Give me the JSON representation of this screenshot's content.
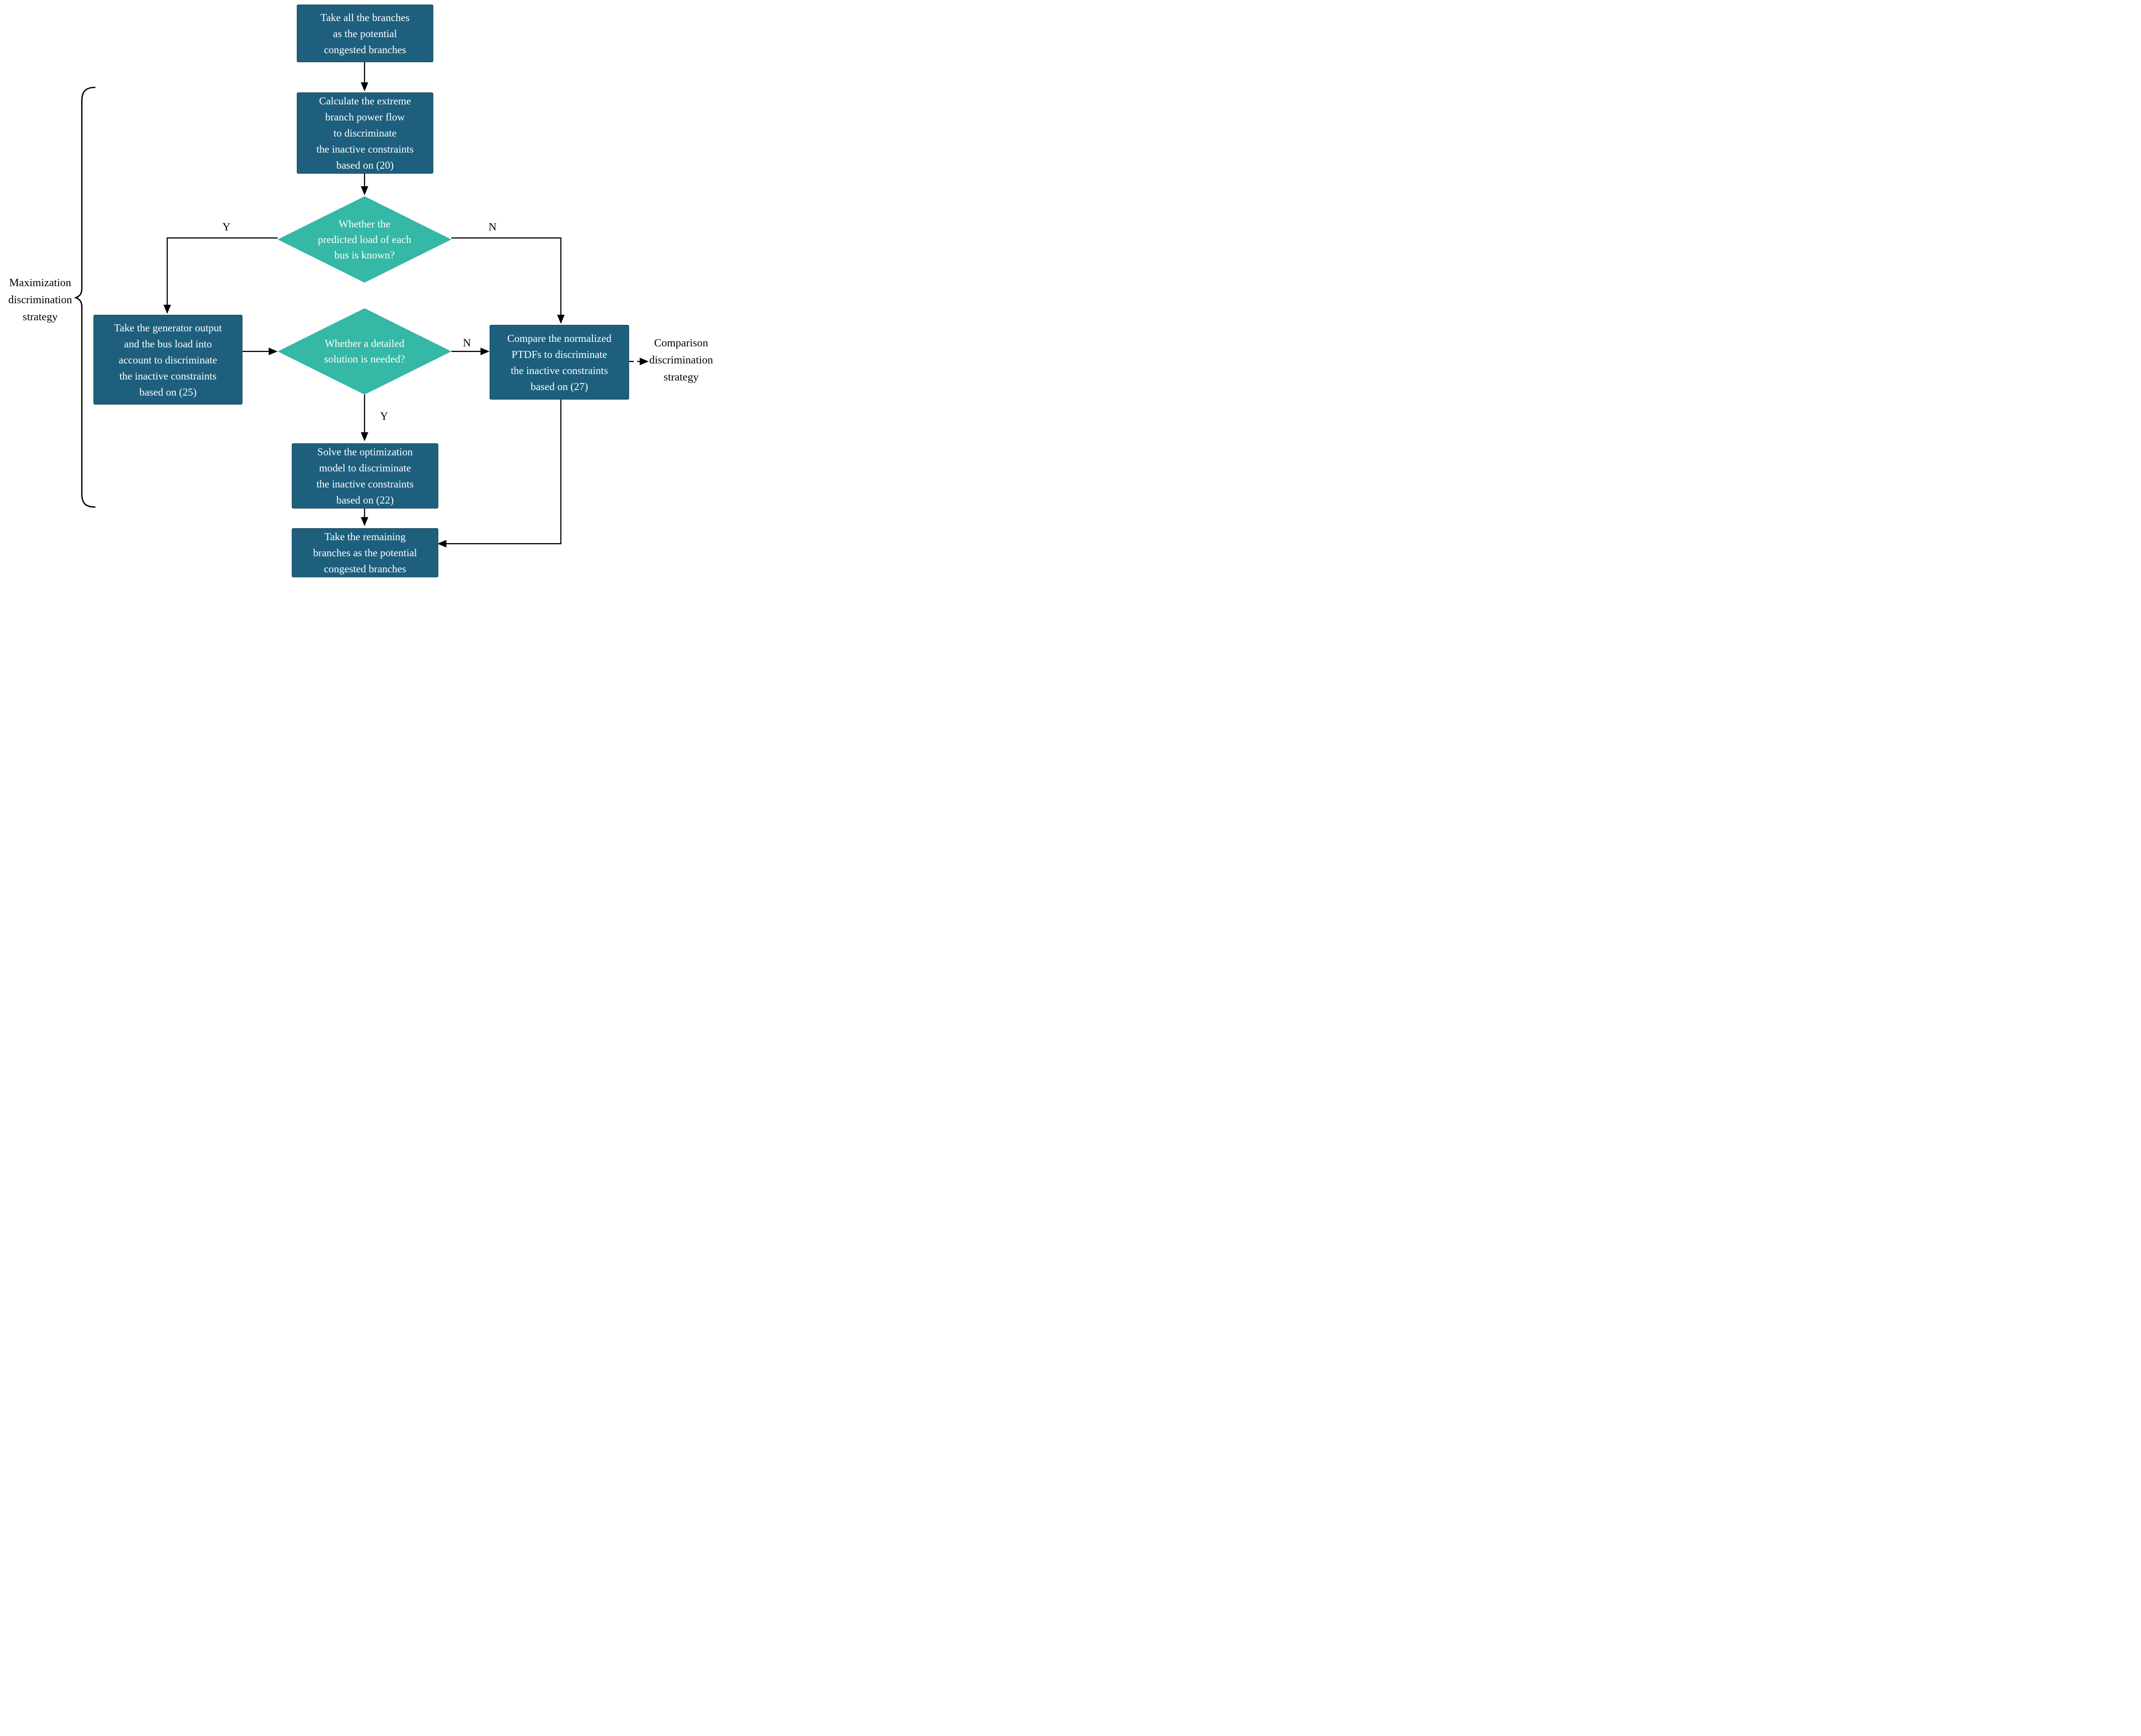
{
  "flowchart": {
    "nodes": {
      "take_all_branches": {
        "type": "process",
        "text": "Take all the branches\nas the potential\ncongested branches"
      },
      "calculate_extreme_flow": {
        "type": "process",
        "text": "Calculate the extreme\nbranch power flow\nto discriminate\nthe inactive constraints\nbased on (20)"
      },
      "predicted_load_known": {
        "type": "decision",
        "text": "Whether the\npredicted load of each\nbus is known?"
      },
      "generator_output": {
        "type": "process",
        "text": "Take the generator output\nand the bus load into\naccount to discriminate\nthe inactive constraints\nbased on (25)"
      },
      "detailed_solution_needed": {
        "type": "decision",
        "text": "Whether a detailed\nsolution is needed?"
      },
      "compare_ptdfs": {
        "type": "process",
        "text": "Compare the normalized\nPTDFs to discriminate\nthe inactive constraints\nbased on  (27)"
      },
      "solve_optimization": {
        "type": "process",
        "text": "Solve the optimization\nmodel to discriminate\nthe inactive constraints\nbased on (22)"
      },
      "remaining_branches": {
        "type": "process",
        "text": "Take the remaining\nbranches as the potential\ncongested branches"
      }
    },
    "edge_labels": {
      "predicted_load_yes": "Y",
      "predicted_load_no": "N",
      "detailed_solution_no": "N",
      "detailed_solution_yes": "Y"
    },
    "side_labels": {
      "maximization": "Maximization\ndiscrimination\nstrategy",
      "comparison": "Comparison\ndiscrimination\nstrategy"
    },
    "colors": {
      "process_fill": "#1d5f7d",
      "decision_fill": "#35b8a5",
      "node_text": "#ffffff",
      "label_text": "#000000",
      "connector": "#000000"
    }
  }
}
